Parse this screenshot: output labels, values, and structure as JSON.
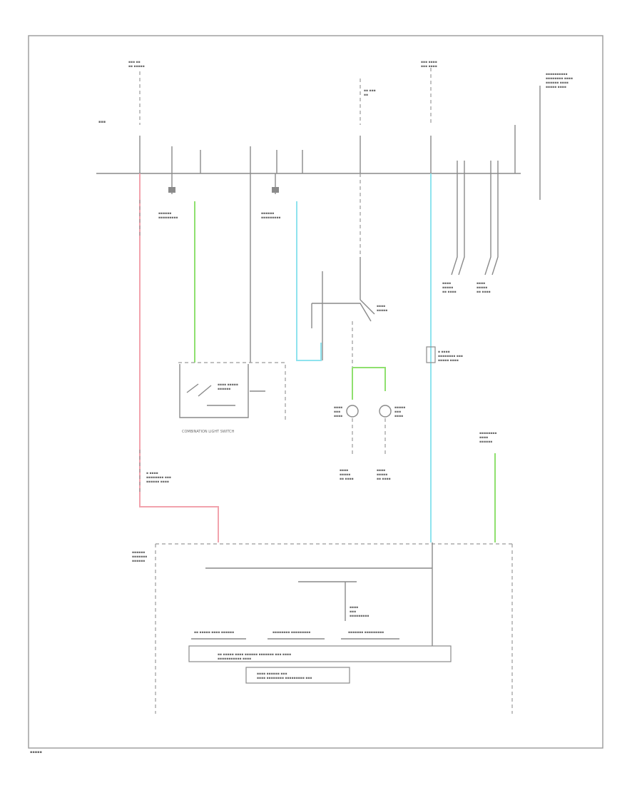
{
  "diagram": {
    "wire_colors": {
      "pink": "#f2a3ad",
      "green": "#8fe06f",
      "cyan": "#8fe3ee",
      "gray": "#8a8a8a"
    },
    "labels": {
      "footer_code": "▪▪▪▪▪",
      "bus_label": "▪▪▪",
      "top_fuse_left": "▪▪▪ ▪▪\n▪▪ ▪▪▪▪▪",
      "top_fuse_mid": "▪▪ ▪▪▪\n▪▪",
      "top_fuse_right": "▪▪▪ ▪▪▪▪\n▪▪▪ ▪▪▪▪",
      "top_right_note": "▪▪▪▪▪▪▪▪▪▪\n▪▪▪▪▪▪▪▪ ▪▪▪▪\n▪▪▪▪▪▪ ▪▪▪▪\n▪▪▪▪▪ ▪▪▪▪",
      "wiring_harness_1": "▪▪▪▪▪▪\n▪▪▪▪▪▪▪▪▪",
      "wiring_harness_2": "▪▪▪▪▪▪\n▪▪▪▪▪▪▪▪▪",
      "combination_light_switch": "COMBINATION LIGHT SWITCH",
      "switch_inner": "▪▪▪▪ ▪▪▪▪▪\n▪▪▪▪▪▪",
      "relay_label": "▪▪▪▪\n▪▪▪▪▪",
      "left_lamp": "▪▪▪▪\n▪▪▪\n▪▪▪▪",
      "right_lamp": "▪▪▪▪▪\n▪▪▪\n▪▪▪▪",
      "ground_1": "▪▪▪▪\n▪▪▪▪▪\n▪▪ ▪▪▪▪",
      "ground_2": "▪▪▪▪\n▪▪▪▪▪\n▪▪ ▪▪▪▪",
      "ground_3": "▪▪▪▪\n▪▪▪▪▪\n▪▪ ▪▪▪▪",
      "ground_4": "▪▪▪▪\n▪▪▪▪▪\n▪▪ ▪▪▪▪",
      "joint_connector_1": "▪ ▪▪▪▪\n▪▪▪▪▪▪▪▪ ▪▪▪\n▪▪▪▪▪▪ ▪▪▪▪",
      "joint_connector_2": "▪ ▪▪▪▪\n▪▪▪▪▪▪▪▪ ▪▪▪\n▪▪▪▪▪ ▪▪▪▪",
      "sensor_top_right": "▪▪▪▪▪▪▪▪\n▪▪▪▪\n▪▪▪▪▪▪",
      "module_label": "▪▪▪▪▪▪\n▪▪▪▪▪▪▪\n▪▪▪▪▪▪",
      "module_indicator": "▪▪▪▪\n▪▪▪\n▪▪▪▪▪▪▪▪▪",
      "module_block_1": "▪▪ ▪▪▪▪▪ ▪▪▪▪ ▪▪▪▪▪▪",
      "module_block_2": "▪▪▪▪▪▪▪▪ ▪▪▪▪▪▪▪▪▪",
      "module_block_3": "▪▪▪▪▪▪▪ ▪▪▪▪▪▪▪▪▪",
      "module_bottom": "▪▪ ▪▪▪▪▪ ▪▪▪▪ ▪▪▪▪▪▪ ▪▪▪▪▪▪▪ ▪▪▪ ▪▪▪▪\n▪▪▪▪▪▪▪▪▪▪▪ ▪▪▪▪",
      "module_note": "▪▪▪▪ ▪▪▪▪▪▪ ▪▪▪\n▪▪▪▪ ▪▪▪▪▪▪▪▪ ▪▪▪▪▪▪▪▪▪ ▪▪▪"
    }
  }
}
